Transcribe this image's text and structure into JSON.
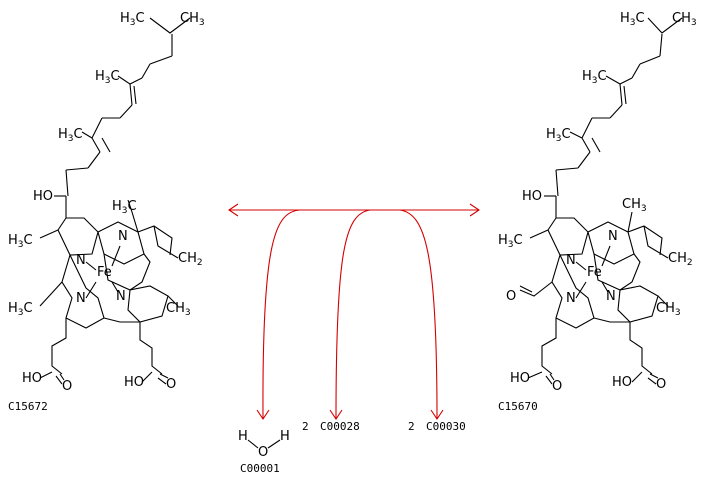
{
  "left_compound": {
    "id": "C15672",
    "labels": {
      "tail1": "H3C",
      "tail1_r": "CH3",
      "tail2": "H3C",
      "tail3": "H3C",
      "ho": "HO",
      "h3c_top": "H3C",
      "me_left": "H3C",
      "vinyl": "CH2",
      "fe": "Fe",
      "n": "N",
      "me_bottom_left": "H3C",
      "me_bottom_right": "CH3",
      "acid1": "HO",
      "acid1_o": "O",
      "acid2": "HO",
      "acid2_o": "O"
    }
  },
  "right_compound": {
    "id": "C15670",
    "labels": {
      "tail1": "H3C",
      "tail1_r": "CH3",
      "tail2": "H3C",
      "tail3": "H3C",
      "ho": "HO",
      "ch3_top": "CH3",
      "me_left": "H3C",
      "vinyl": "CH2",
      "fe": "Fe",
      "n": "N",
      "aldehyde": "O",
      "me_bottom_right": "CH3",
      "acid1": "HO",
      "acid1_o": "O",
      "acid2": "HO",
      "acid2_o": "O"
    }
  },
  "products": [
    {
      "coef": "",
      "id": "C00001",
      "formula": "H2O"
    },
    {
      "coef": "2",
      "id": "C00028"
    },
    {
      "coef": "2",
      "id": "C00030"
    }
  ],
  "colors": {
    "arrow": "#d40000",
    "structure": "#000000"
  }
}
